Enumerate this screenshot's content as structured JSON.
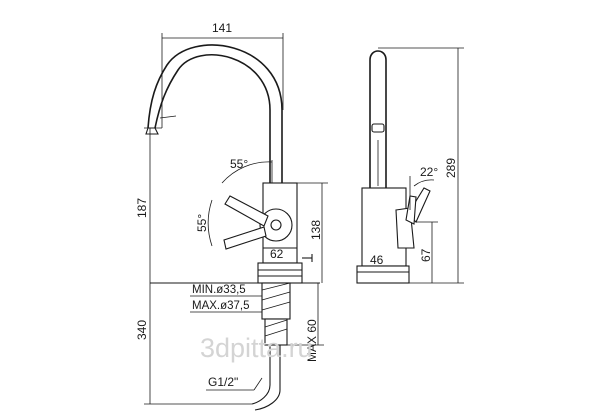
{
  "diagram": {
    "front_view": {
      "width_label": "141",
      "spout_height_label": "187",
      "body_height_label": "138",
      "body_width_label": "62",
      "lever_angle_up_label": "55°",
      "lever_angle_down_label": "55°",
      "min_hole_label": "MIN.ø33,5",
      "max_hole_label": "MAX.ø37,5",
      "below_deck_label": "340",
      "max_deck_label": "MAX 60",
      "thread_label": "G1/2\""
    },
    "side_view": {
      "total_height_label": "289",
      "lever_tilt_label": "22°",
      "base_diameter_label": "46",
      "lever_height_label": "67"
    },
    "watermark": "3dpitta.ru"
  }
}
